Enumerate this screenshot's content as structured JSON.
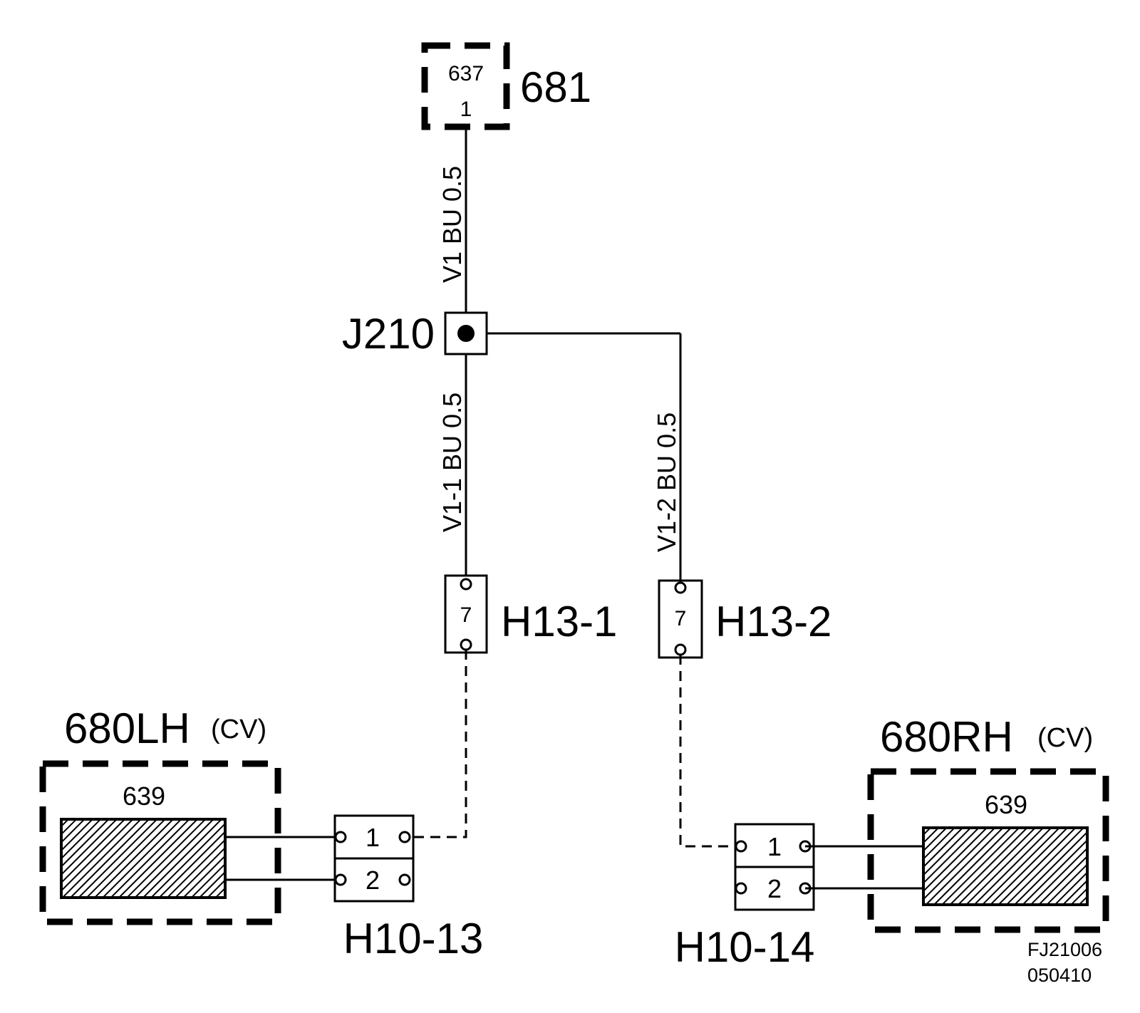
{
  "labels": {
    "c681": "681",
    "c681_top": "637",
    "c681_pin": "1",
    "j210": "J210",
    "h13_1": "H13-1",
    "h13_1_pin": "7",
    "h13_2": "H13-2",
    "h13_2_pin": "7",
    "c680lh": "680LH",
    "c680lh_cv": "(CV)",
    "c680lh_part": "639",
    "c680rh": "680RH",
    "c680rh_cv": "(CV)",
    "c680rh_part": "639",
    "h10_13": "H10-13",
    "h10_13_pin1": "1",
    "h10_13_pin2": "2",
    "h10_14": "H10-14",
    "h10_14_pin1": "1",
    "h10_14_pin2": "2"
  },
  "wires": {
    "v1": "V1  BU  0.5",
    "v1_1": "V1-1  BU  0.5",
    "v1_2": "V1-2  BU 0.5"
  },
  "footer": {
    "code": "FJ21006",
    "date": "050410"
  }
}
